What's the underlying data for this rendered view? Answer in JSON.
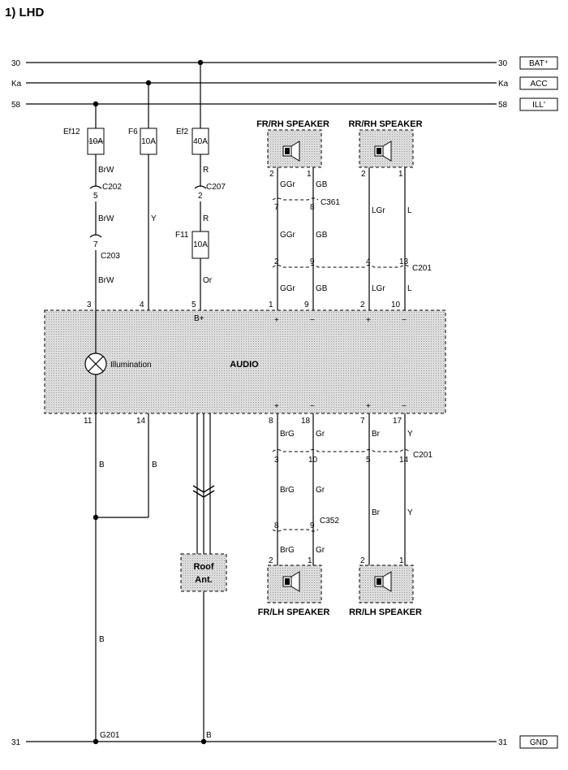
{
  "title": "1) LHD",
  "rails": {
    "r30": "30",
    "ka": "Ka",
    "r58": "58",
    "r31": "31",
    "bat": "BAT⁺",
    "acc": "ACC",
    "ill": "ILL'",
    "gnd": "GND"
  },
  "fuses": {
    "ef12": "Ef12",
    "ef12_rating": "10A",
    "f6": "F6",
    "f6_rating": "10A",
    "ef2": "Ef2",
    "ef2_rating": "40A",
    "f11": "F11",
    "f11_rating": "10A"
  },
  "connectors": {
    "c202": "C202",
    "c203": "C203",
    "c207": "C207",
    "c361": "C361",
    "c201": "C201",
    "c352": "C352",
    "g201": "G201"
  },
  "wires": {
    "brw": "BrW",
    "y": "Y",
    "r": "R",
    "or": "Or",
    "b": "B",
    "ggr": "GGr",
    "gb": "GB",
    "lgr": "LGr",
    "l": "L",
    "brg": "BrG",
    "gr": "Gr",
    "br": "Br"
  },
  "pins": {
    "p1": "1",
    "p2": "2",
    "p3": "3",
    "p4": "4",
    "p5": "5",
    "p7": "7",
    "p8": "8",
    "p9": "9",
    "p10": "10",
    "p11": "11",
    "p13": "13",
    "p14": "14",
    "p17": "17",
    "p18": "18",
    "plus": "+",
    "minus": "−",
    "bplus": "B+"
  },
  "components": {
    "audio": "AUDIO",
    "illumination": "Illumination",
    "roof_ant_1": "Roof",
    "roof_ant_2": "Ant.",
    "fr_rh": "FR/RH SPEAKER",
    "rr_rh": "RR/RH SPEAKER",
    "fr_lh": "FR/LH SPEAKER",
    "rr_lh": "RR/LH SPEAKER"
  }
}
